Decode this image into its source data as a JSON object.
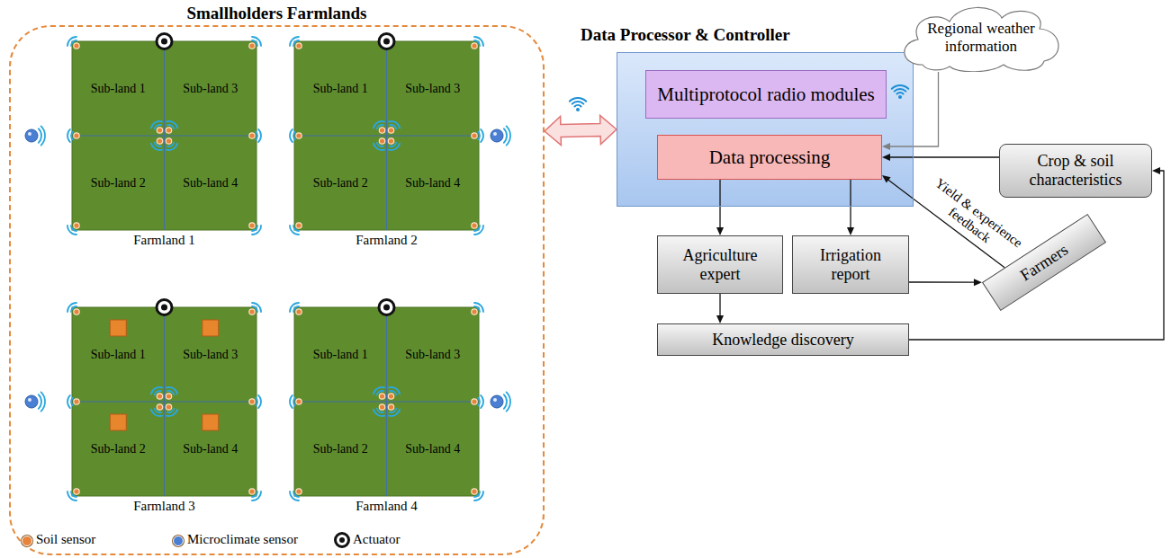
{
  "diagram": {
    "nodes": [
      {
        "text": [
          "Smallholders Farmlands"
        ]
      },
      {
        "text": [
          "Farmland 1"
        ],
        "in": 0
      },
      {
        "text": [
          "Sub-land 1"
        ],
        "in": 1
      },
      {
        "text": [
          "Sub-land 2"
        ],
        "in": 1
      },
      {
        "text": [
          "Sub-land 3"
        ],
        "in": 1
      },
      {
        "text": [
          "Sub-land 4"
        ],
        "in": 1
      },
      {
        "text": [
          "Farmland 2"
        ],
        "in": 0
      },
      {
        "text": [
          "Sub-land 1"
        ],
        "in": 6
      },
      {
        "text": [
          "Sub-land 2"
        ],
        "in": 6
      },
      {
        "text": [
          "Sub-land 3"
        ],
        "in": 6
      },
      {
        "text": [
          "Sub-land 4"
        ],
        "in": 6
      },
      {
        "text": [
          "Farmland 3"
        ],
        "in": 0
      },
      {
        "text": [
          "Sub-land 1"
        ],
        "in": 11
      },
      {
        "text": [
          "Sub-land 2"
        ],
        "in": 11
      },
      {
        "text": [
          "Sub-land 3"
        ],
        "in": 11
      },
      {
        "text": [
          "Sub-land 4"
        ],
        "in": 11
      },
      {
        "text": [
          "Farmland 4"
        ],
        "in": 0
      },
      {
        "text": [
          "Sub-land 1"
        ],
        "in": 16
      },
      {
        "text": [
          "Sub-land 2"
        ],
        "in": 16
      },
      {
        "text": [
          "Sub-land 3"
        ],
        "in": 16
      },
      {
        "text": [
          "Sub-land 4"
        ],
        "in": 16
      },
      {
        "text": [
          "Data Processor & Controller"
        ]
      },
      {
        "text": [
          "Multiprotocol radio modules"
        ],
        "in": 21
      },
      {
        "text": [
          "Data processing"
        ],
        "in": 21
      },
      {
        "text": [
          "Regional weather information"
        ]
      },
      {
        "text": [
          "Crop & soil characteristics"
        ]
      },
      {
        "text": [
          "Agriculture expert"
        ]
      },
      {
        "text": [
          "Irrigation report"
        ]
      },
      {
        "text": [
          "Farmers"
        ]
      },
      {
        "text": [
          "Knowledge discovery"
        ]
      }
    ],
    "edges": [
      {
        "from": 0,
        "to": 21,
        "arrow": "both"
      },
      {
        "from": 24,
        "to": 23,
        "arrow": "to"
      },
      {
        "from": 25,
        "to": 23,
        "arrow": "to"
      },
      {
        "from": 28,
        "to": 23,
        "arrow": "to",
        "label": "Yield & experience feedback"
      },
      {
        "from": 23,
        "to": 26,
        "arrow": "to"
      },
      {
        "from": 23,
        "to": 27,
        "arrow": "to"
      },
      {
        "from": 27,
        "to": 28,
        "arrow": "to"
      },
      {
        "from": 26,
        "to": 29,
        "arrow": "to"
      },
      {
        "from": 29,
        "to": 25,
        "arrow": "to"
      }
    ],
    "legend": [
      {
        "text": "Soil sensor",
        "color": "#e8833a"
      },
      {
        "text": "Microclimate sensor",
        "color": "#4a7fd4"
      },
      {
        "text": "Actuator"
      }
    ]
  }
}
